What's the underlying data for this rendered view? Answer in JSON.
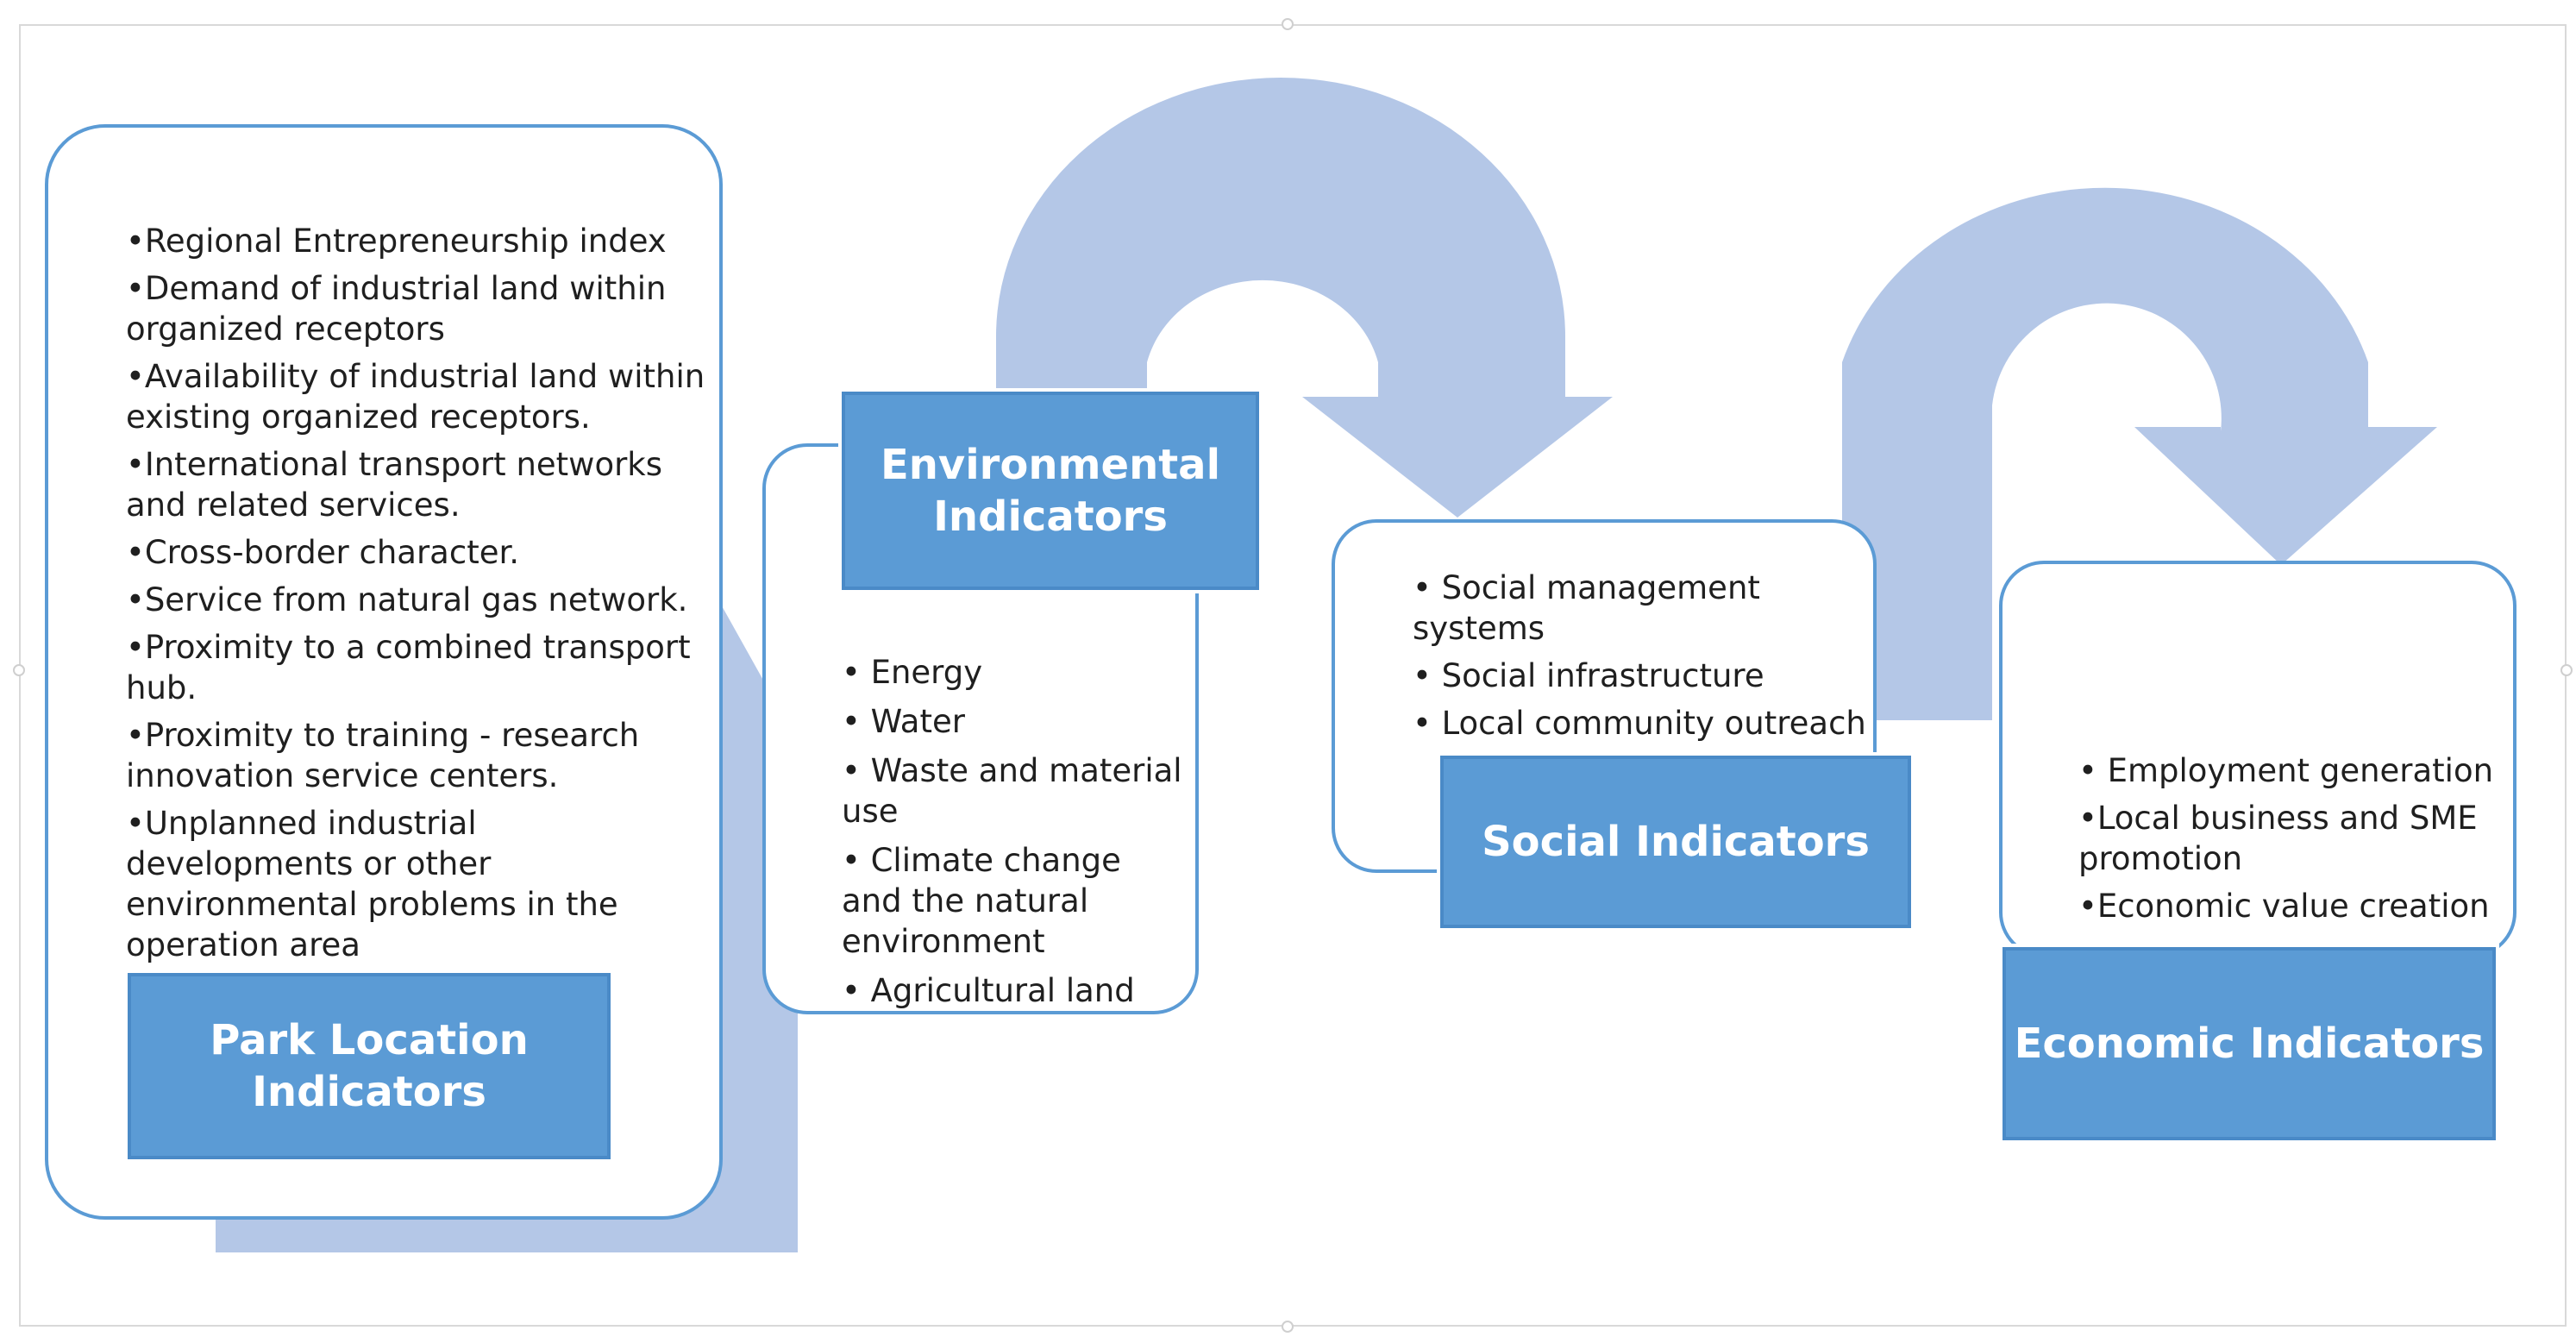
{
  "colors": {
    "arrow": "#b4c7e7",
    "card_border": "#5b9bd5",
    "title_fill": "#5b9bd5",
    "title_text": "#ffffff",
    "body_text": "#1f1f1f"
  },
  "park": {
    "title": "Park Location\nIndicators",
    "items": [
      "•Regional Entrepreneurship index",
      "•Demand of industrial land within organized receptors",
      "•Availability of industrial land within existing  organized receptors.",
      "•International transport networks and related services.",
      "•Cross-border character.",
      "•Service from natural gas network.",
      "•Proximity to a combined transport hub.",
      "•Proximity to training - research innovation service centers.",
      "•Unplanned industrial developments or other environmental problems in the operation area"
    ]
  },
  "environmental": {
    "title": "Environmental\nIndicators",
    "items": [
      "• Energy",
      "• Water",
      "• Waste and material use",
      "• Climate change and the natural environment",
      "• Agricultural land"
    ]
  },
  "social": {
    "title": "Social Indicators",
    "items": [
      "• Social management systems",
      "• Social infrastructure",
      "• Local community outreach"
    ]
  },
  "economic": {
    "title": "Economic Indicators",
    "items": [
      "• Employment generation",
      "•Local business and SME promotion",
      "•Economic value creation"
    ]
  }
}
